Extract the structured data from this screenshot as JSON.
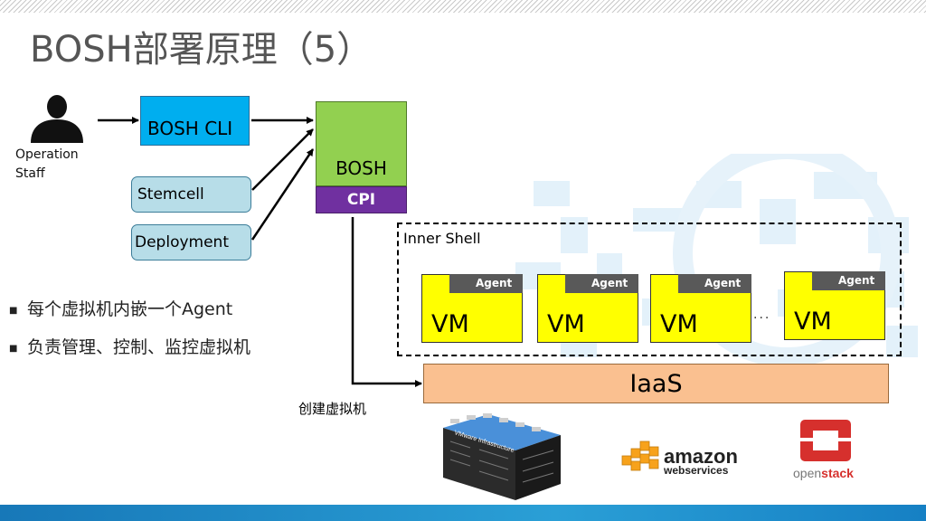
{
  "title": "BOSH部署原理（5）",
  "operation_staff": {
    "line1": "Operation",
    "line2": "Staff"
  },
  "boxes": {
    "bosh_cli": "BOSH CLI",
    "stemcell": "Stemcell",
    "deployment": "Deployment",
    "bosh": "BOSH",
    "cpi": "CPI",
    "iaas": "IaaS"
  },
  "inner_shell": "Inner Shell",
  "vms": [
    {
      "agent": "Agent",
      "label": "VM"
    },
    {
      "agent": "Agent",
      "label": "VM"
    },
    {
      "agent": "Agent",
      "label": "VM"
    },
    {
      "agent": "Agent",
      "label": "VM"
    }
  ],
  "ellipsis": "...",
  "create_vm": "创建虚拟机",
  "bullets": [
    "每个虚拟机内嵌一个Agent",
    "负责管理、控制、监控虚拟机"
  ],
  "logos": {
    "vmware": "VMware Infrastructure",
    "amazon_top": "amazon",
    "amazon_bottom": "webservices",
    "openstack_a": "open",
    "openstack_b": "stack"
  },
  "colors": {
    "bosh_cli": "#00aeef",
    "bosh": "#92d050",
    "cpi": "#7030a0",
    "vm": "#ffff00",
    "agent": "#595959",
    "iaas": "#fac090",
    "openstack": "#d6302d",
    "amazon_orange": "#f7a21b"
  }
}
